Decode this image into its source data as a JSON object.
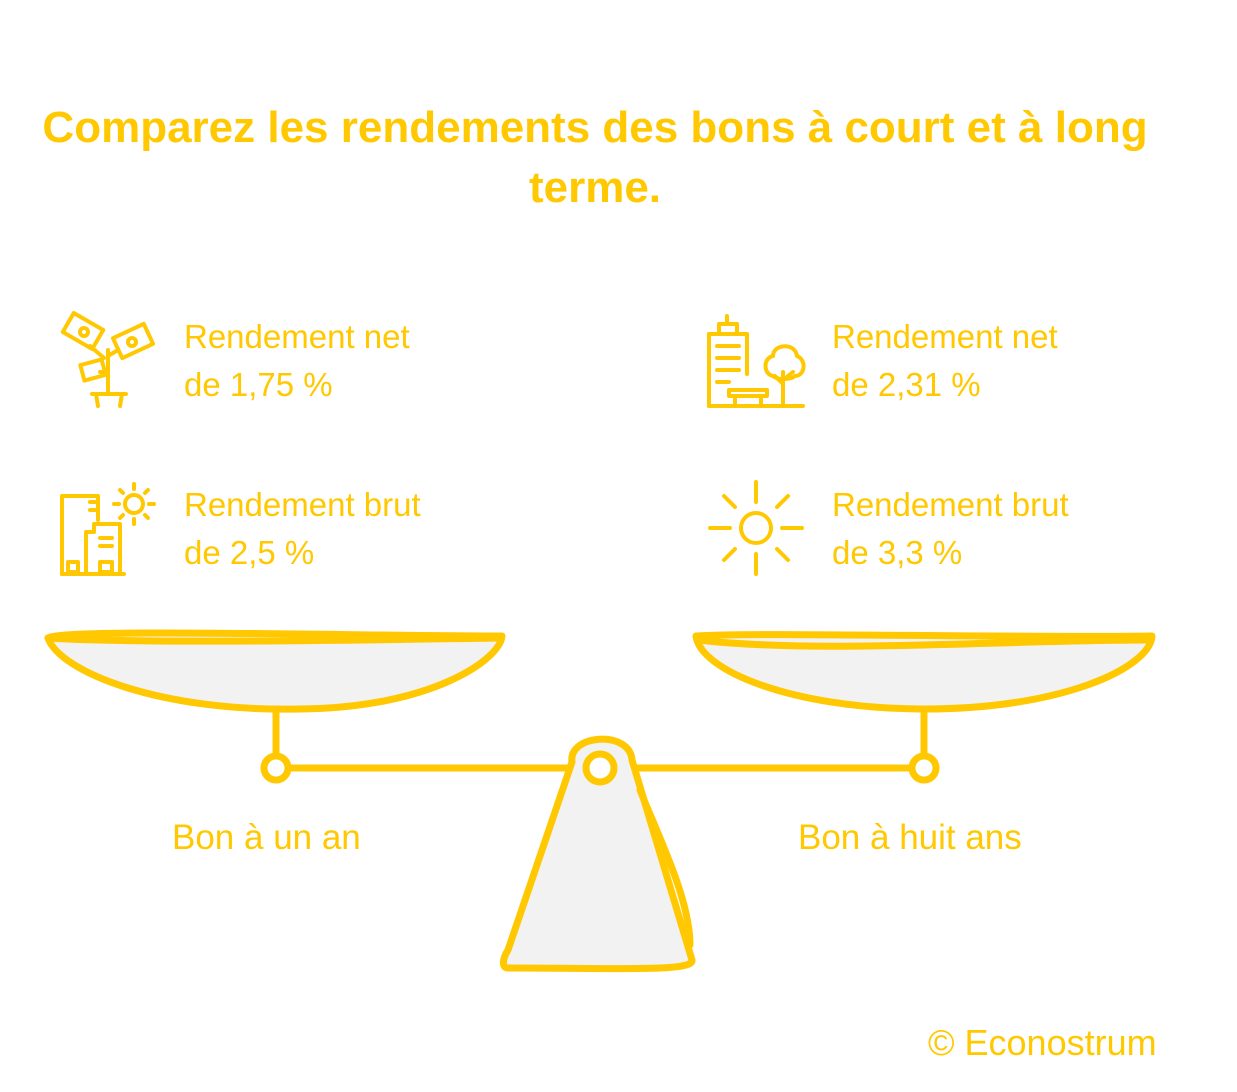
{
  "title": "Comparez les rendements des bons à court et à long terme.",
  "accent_color": "#FFC800",
  "pan_fill_color": "#F2F2F2",
  "left": {
    "label": "Bon à un an",
    "net": {
      "line1": "Rendement net",
      "line2": "de 1,75 %",
      "icon": "money-plant-icon"
    },
    "brut": {
      "line1": "Rendement brut",
      "line2": "de 2,5 %",
      "icon": "buildings-sun-icon"
    }
  },
  "right": {
    "label": "Bon à huit ans",
    "net": {
      "line1": "Rendement net",
      "line2": "de 2,31 %",
      "icon": "city-park-icon"
    },
    "brut": {
      "line1": "Rendement brut",
      "line2": "de 3,3 %",
      "icon": "sun-icon"
    }
  },
  "copyright": "© Econostrum"
}
